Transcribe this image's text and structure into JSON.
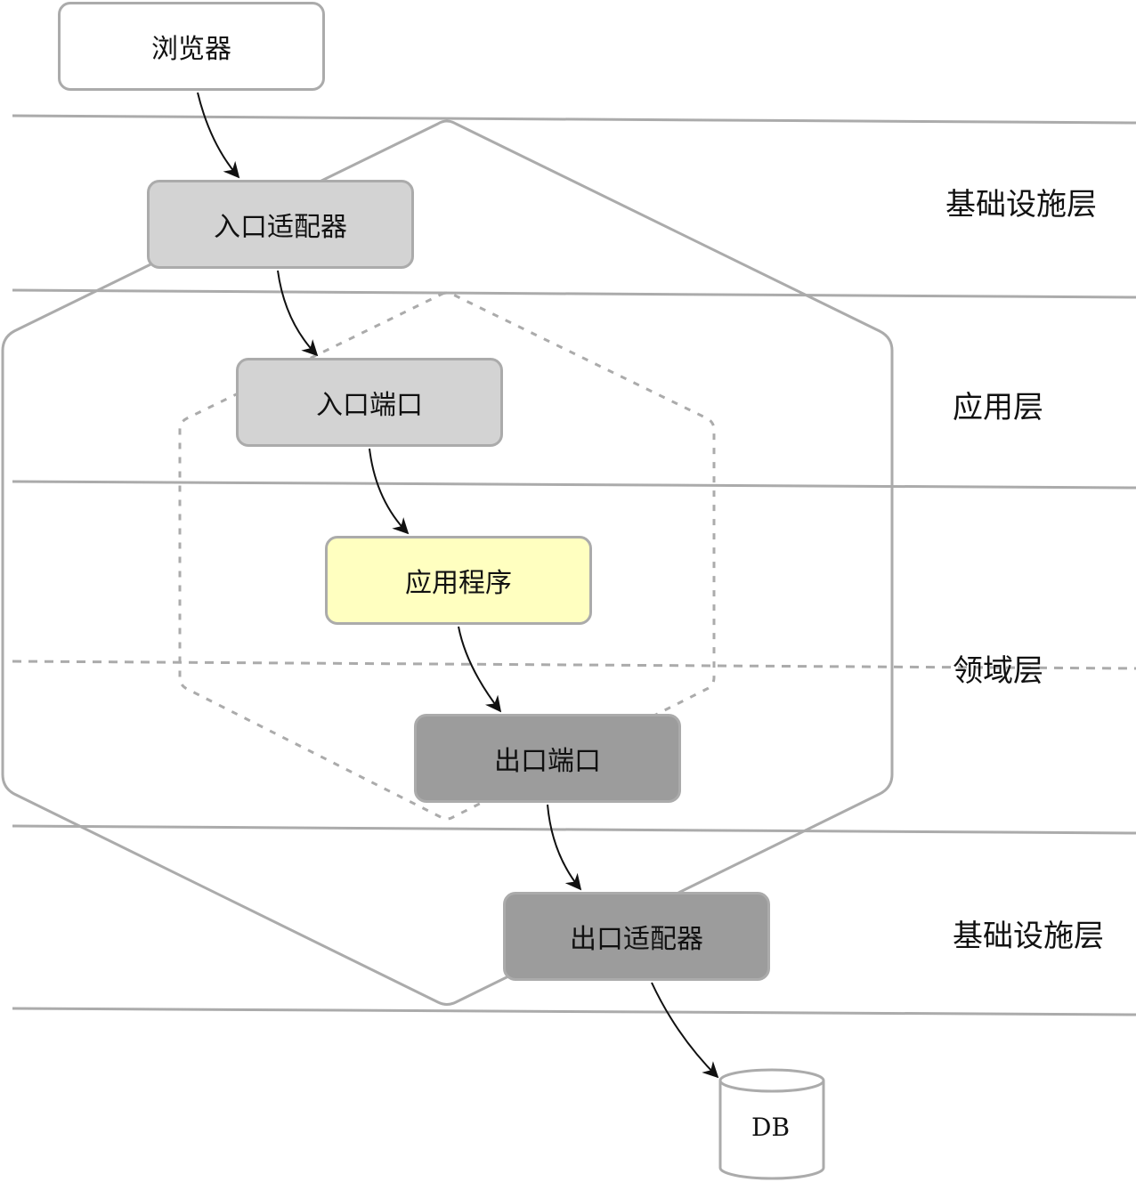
{
  "colors": {
    "line": "#ababab",
    "arrow": "#111111",
    "white_fill": "#ffffff",
    "light_gray_fill": "#d3d3d3",
    "dark_gray_fill": "#9c9c9c",
    "yellow_fill": "#ffffc0"
  },
  "nodes": {
    "browser": "浏览器",
    "inbound_adapter": "入口适配器",
    "inbound_port": "入口端口",
    "application": "应用程序",
    "outbound_port": "出口端口",
    "outbound_adapter": "出口适配器",
    "database": "DB"
  },
  "layers": {
    "infrastructure_top": "基础设施层",
    "application_layer": "应用层",
    "domain_layer": "领域层",
    "infrastructure_bottom": "基础设施层"
  }
}
